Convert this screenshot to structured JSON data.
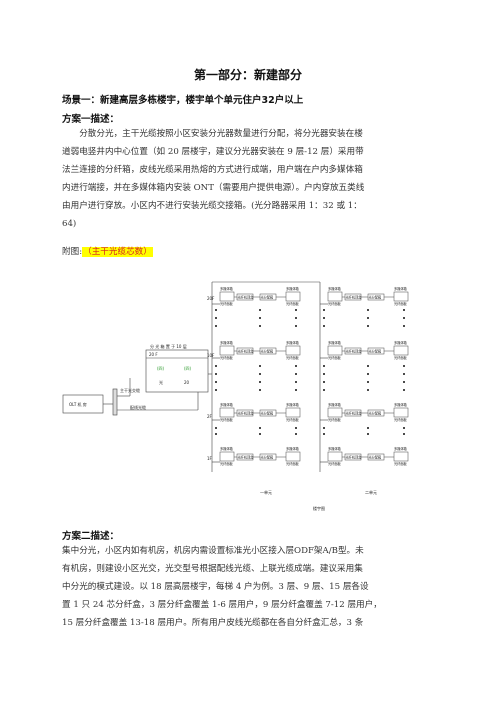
{
  "title": "第一部分：新建部分",
  "scene1": {
    "heading": "场景一：新建高层多栋楼宇，楼宇单个单元住户32户以上",
    "plan1_heading": "方案一描述：",
    "plan1_lines": [
      "分散分光，主干光缆按照小区安装分光器数量进行分配，将分光器安装在楼",
      "道弱电竖井内中心位置（如 20 层楼宇，建议分光器安装在 9 层-12 层）采用带",
      "法兰连接的分纤箱，皮线光缆采用热熔的方式进行成端，用户端在户内多媒体箱",
      "内进行端接，并在多媒体箱内安装 ONT（需要用户提供电源）。户内穿放五类线",
      "由用户进行穿放。小区内不进行安装光缆交接箱。(光分路器采用 1：32 或 1：",
      "64)"
    ],
    "attach_prefix": "附图:",
    "attach_highlight": "（主干光缆芯数）",
    "plan2_heading": "方案二描述：",
    "plan2_lines": [
      "集中分光，小区内如有机房，机房内需设置标准光小区接入层ODF架A/B型。未",
      "有机房，则建设小区光交，光交型号根据配线光缆、上联光缆成端。建议采用集",
      "中分光的模式建设。以 18 层高层楼宇，每梯 4 户为例。3 层、9 层、15 层各设",
      "置 1 只 24 芯分纤盒，3 层分纤盒覆盖 1-6 层用户，9 层分纤盒覆盖 7-12 层用户，",
      "15 层分纤盒覆盖 13-18 层用户。所有用户皮线光缆都在各自分纤盒汇总，3 条"
    ]
  },
  "diagram": {
    "box_label": "多媒体箱",
    "onu_label": "光纤机顶盒",
    "panel_label": "光纤面板",
    "splitter_label": "光分配箱",
    "floor_labels": [
      "20F",
      "10F",
      "2F",
      "1F"
    ],
    "distribution_title": "分 光 箱 置 于 10 层",
    "dist_floor": "20 F",
    "dist_left_top": "(四)",
    "dist_right_top": "(四)",
    "dist_left_bottom": "光",
    "dist_right_bottom": "20",
    "olt_label": "OLT 机 房",
    "trunk_label": "主干光交缆",
    "feeder_label": "配线光缆",
    "unit1_label": "一单元",
    "unit2_label": "二单元",
    "caption": "楼宇图"
  }
}
